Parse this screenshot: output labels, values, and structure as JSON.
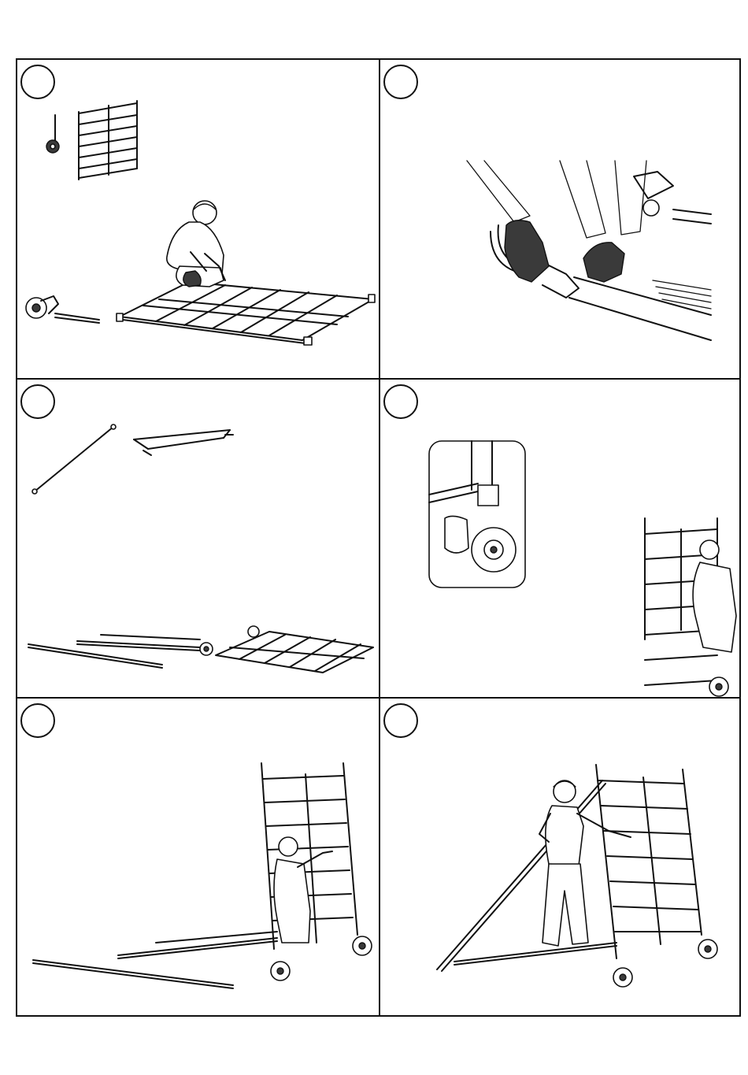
{
  "document": {
    "layout": "instruction-sheet",
    "panels": [
      {
        "id": "step-1",
        "number": "",
        "illustration": "worker-kneeling-frame-castor-icon"
      },
      {
        "id": "step-2",
        "number": "",
        "illustration": "gloved-hands-inserting-castor-icon"
      },
      {
        "id": "step-3",
        "number": "",
        "illustration": "brace-and-platform-laid-out-icon"
      },
      {
        "id": "step-4",
        "number": "",
        "illustration": "worker-raising-frame-with-castor-detail-icon"
      },
      {
        "id": "step-5",
        "number": "",
        "illustration": "worker-behind-raised-frame-icon"
      },
      {
        "id": "step-6",
        "number": "",
        "illustration": "worker-fitting-diagonal-brace-icon"
      }
    ]
  }
}
